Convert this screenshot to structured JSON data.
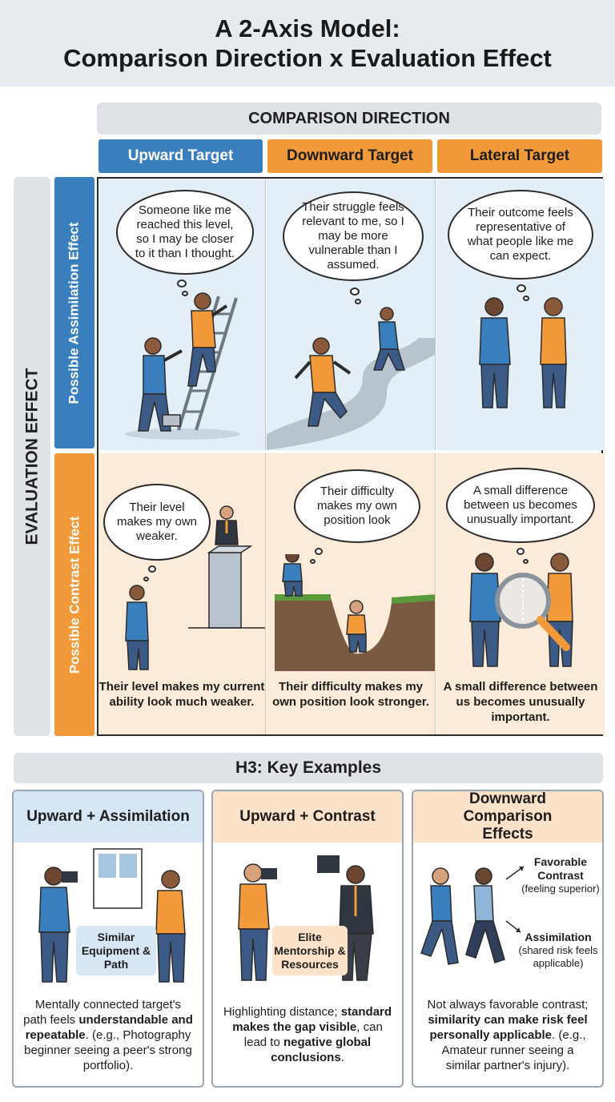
{
  "title": {
    "line1": "A 2-Axis Model:",
    "line2": "Comparison Direction x Evaluation Effect"
  },
  "axes": {
    "x_label": "COMPARISON DIRECTION",
    "y_label": "EVALUATION EFFECT"
  },
  "columns": {
    "upward": "Upward Target",
    "downward": "Downward Target",
    "lateral": "Lateral Target"
  },
  "rows": {
    "assimilation": "Possible Assimilation Effect",
    "contrast": "Possible Contrast Effect"
  },
  "cells": {
    "up_assim": {
      "thought": "Someone like me reached this level, so I may be closer to it than I thought."
    },
    "down_assim": {
      "thought": "Their struggle feels relevant to me, so I may be more vulnerable than I assumed."
    },
    "lat_assim": {
      "thought": "Their outcome feels representative of what people like me can expect."
    },
    "up_contrast": {
      "thought": "Their level makes my own weaker.",
      "caption": "Their level makes my current ability look much weaker."
    },
    "down_contrast": {
      "thought": "Their difficulty makes my own position look",
      "caption": "Their difficulty makes my own position look stronger."
    },
    "lat_contrast": {
      "thought": "A small difference between us becomes unusually important.",
      "caption": "A small difference between us becomes unusually important."
    }
  },
  "examples": {
    "heading": "H3: Key Examples",
    "card1": {
      "title": "Upward + Assimilation",
      "tag": "Similar Equipment & Path",
      "body_pre": "Mentally connected target's path feels ",
      "body_bold": "understandable and repeatable",
      "body_post": ". (e.g., Photography beginner seeing a peer's strong portfolio)."
    },
    "card2": {
      "title": "Upward + Contrast",
      "tag": "Elite Mentorship & Resources",
      "body_pre": "Highlighting distance; ",
      "body_bold1": "standard makes the gap visible",
      "body_mid": ", can lead to ",
      "body_bold2": "negative global conclusions",
      "body_post": "."
    },
    "card3": {
      "title": "Downward Comparison Effects",
      "note1_bold": "Favorable Contrast",
      "note1_sub": "(feeling superior)",
      "note2_bold": "Assimilation",
      "note2_sub": "(shared risk feels applicable)",
      "body_pre": "Not always favorable contrast; ",
      "body_bold": "similarity can make risk feel personally applicable",
      "body_post": ". (e.g., Amateur runner seeing a similar partner's injury)."
    }
  },
  "colors": {
    "blue": "#3a7fbd",
    "orange": "#f29a3a",
    "cell_blue": "#e4eef7",
    "cell_orange": "#fcebd8"
  }
}
